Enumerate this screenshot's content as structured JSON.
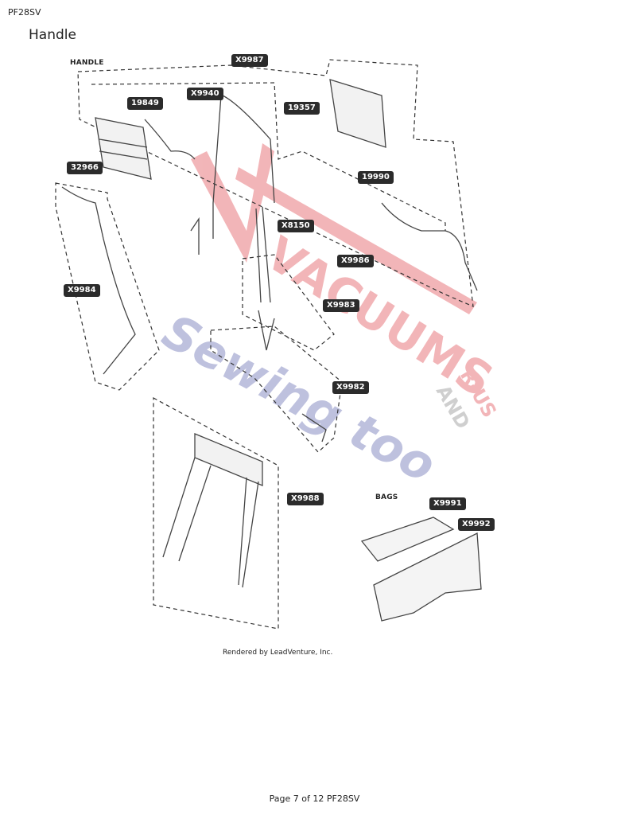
{
  "header": {
    "code": "PF28SV"
  },
  "page": {
    "title": "Handle"
  },
  "sections": {
    "handle": "HANDLE",
    "bags": "BAGS"
  },
  "parts": [
    {
      "id": "X9987"
    },
    {
      "id": "X9940"
    },
    {
      "id": "19849"
    },
    {
      "id": "19357"
    },
    {
      "id": "19990"
    },
    {
      "id": "32966"
    },
    {
      "id": "X8150"
    },
    {
      "id": "X9986"
    },
    {
      "id": "X9984"
    },
    {
      "id": "X9983"
    },
    {
      "id": "X9982"
    },
    {
      "id": "X9988"
    },
    {
      "id": "X9991"
    },
    {
      "id": "X9992"
    }
  ],
  "credit": "Rendered by LeadVenture, Inc.",
  "footer": "Page 7 of 12 PF28SV",
  "watermark": {
    "line1": "VACUUMS",
    "line2": "Sewing too",
    "line3": "R-US",
    "line4": "AND"
  },
  "colors": {
    "watermark_red": "#e87a7f",
    "watermark_blue": "#8a8fc4",
    "watermark_gray": "#a8a8a8"
  }
}
